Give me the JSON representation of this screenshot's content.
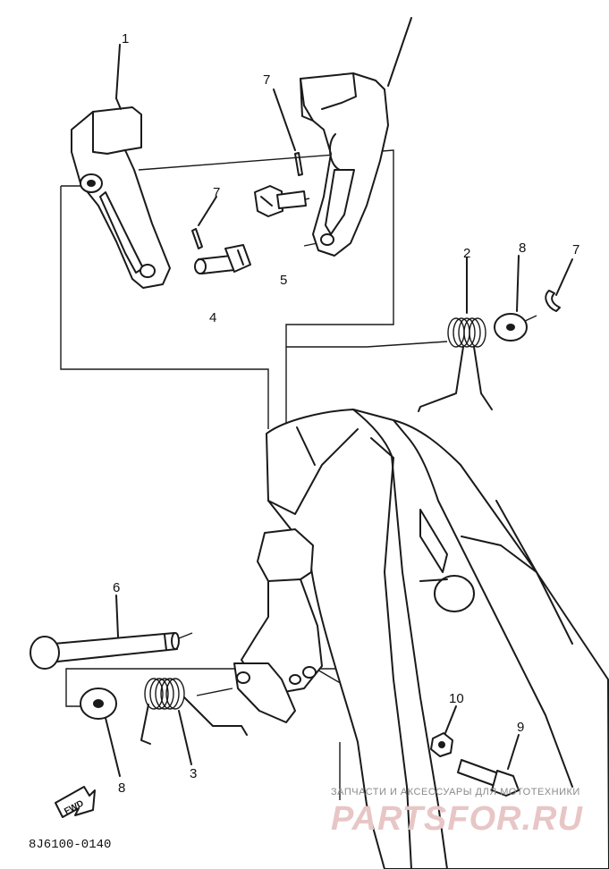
{
  "diagram": {
    "callouts": {
      "c1": "1",
      "c2": "2",
      "c3": "3",
      "c4": "4",
      "c5": "5",
      "c6": "6",
      "c7a": "7",
      "c7b": "7",
      "c7c": "7",
      "c8a": "8",
      "c8b": "8",
      "c9": "9",
      "c10": "10"
    },
    "fwd_label": "FWD",
    "drawing_code": "8J6100-0140"
  },
  "watermark": {
    "top_text": "ЗАПЧАСТИ И АКСЕССУАРЫ ДЛЯ МОТОТЕХНИКИ",
    "brand": "PARTSFOR.RU",
    "color": "#e8c6c6"
  }
}
